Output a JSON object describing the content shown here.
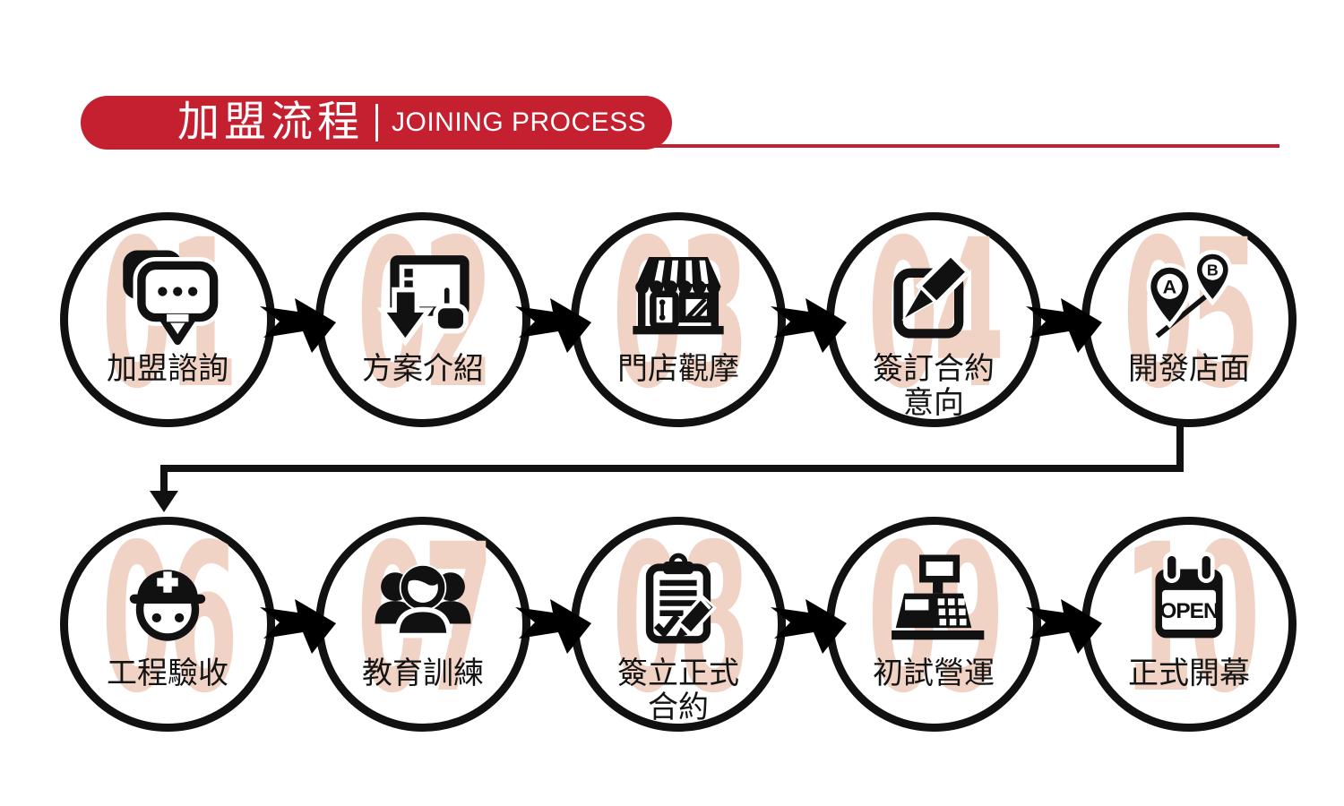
{
  "header": {
    "title_zh": "加盟流程",
    "title_en": "JOINING PROCESS"
  },
  "colors": {
    "red": "#c52030",
    "pink": "#f1d3c6",
    "ink": "#111111"
  },
  "steps": [
    {
      "number": "01",
      "label": "加盟諮詢",
      "icon": "chat-bubbles-icon"
    },
    {
      "number": "02",
      "label": "方案介紹",
      "icon": "tablet-plan-icon"
    },
    {
      "number": "03",
      "label": "門店觀摩",
      "icon": "storefront-icon"
    },
    {
      "number": "04",
      "label": "簽訂合約\n意向",
      "icon": "sign-contract-icon"
    },
    {
      "number": "05",
      "label": "開發店面",
      "icon": "map-pins-icon",
      "pin_labels": [
        "A",
        "B"
      ]
    },
    {
      "number": "06",
      "label": "工程驗收",
      "icon": "construction-worker-icon"
    },
    {
      "number": "07",
      "label": "教育訓練",
      "icon": "training-people-icon"
    },
    {
      "number": "08",
      "label": "簽立正式\n合約",
      "icon": "formal-contract-icon"
    },
    {
      "number": "09",
      "label": "初試營運",
      "icon": "cash-register-icon"
    },
    {
      "number": "10",
      "label": "正式開幕",
      "icon": "open-calendar-icon",
      "calendar_text": "OPEN"
    }
  ]
}
